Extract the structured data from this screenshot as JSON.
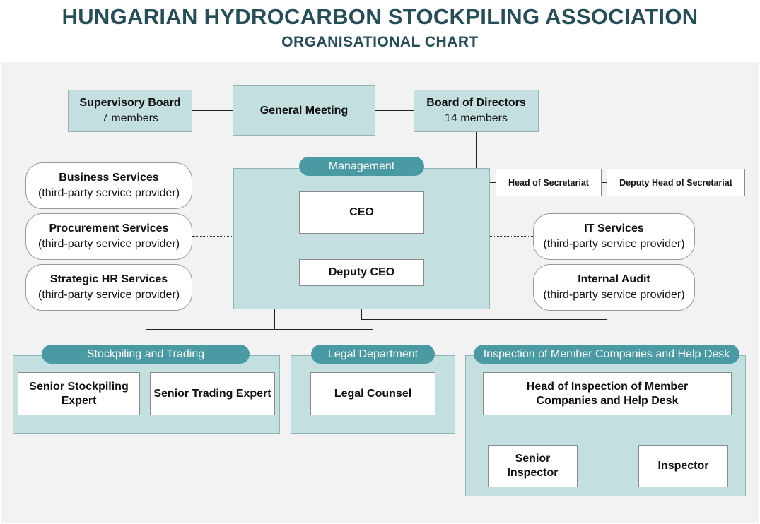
{
  "header": {
    "title": "HUNGARIAN HYDROCARBON STOCKPILING ASSOCIATION",
    "subtitle": "ORGANISATIONAL CHART"
  },
  "governance": {
    "supervisory_board": {
      "name": "Supervisory Board",
      "members": "7 members"
    },
    "general_meeting": {
      "name": "General Meeting"
    },
    "board_of_directors": {
      "name": "Board of Directors",
      "members": "14 members"
    }
  },
  "management": {
    "label": "Management",
    "ceo": "CEO",
    "deputy_ceo": "Deputy CEO"
  },
  "secretariat": {
    "head": "Head of Secretariat",
    "deputy": "Deputy Head of Secretariat"
  },
  "external_services": [
    {
      "name": "Business Services",
      "note": "(third-party service provider)"
    },
    {
      "name": "Procurement Services",
      "note": "(third-party service provider)"
    },
    {
      "name": "Strategic HR Services",
      "note": "(third-party service provider)"
    },
    {
      "name": "IT Services",
      "note": "(third-party service provider)"
    },
    {
      "name": "Internal Audit",
      "note": "(third-party service provider)"
    }
  ],
  "departments": {
    "stockpiling": {
      "label": "Stockpiling and Trading",
      "roles": [
        "Senior Stockpiling Expert",
        "Senior Trading Expert"
      ]
    },
    "legal": {
      "label": "Legal Department",
      "roles": [
        "Legal Counsel"
      ]
    },
    "inspection": {
      "label": "Inspection of Member Companies and Help Desk",
      "head": "Head of Inspection of Member Companies and Help Desk",
      "roles": [
        "Senior Inspector",
        "Inspector"
      ]
    }
  },
  "colors": {
    "title": "#264e58",
    "group_fill": "#c3dfe0",
    "pill_fill": "#4a9aa3",
    "background": "#f2f2f2"
  }
}
